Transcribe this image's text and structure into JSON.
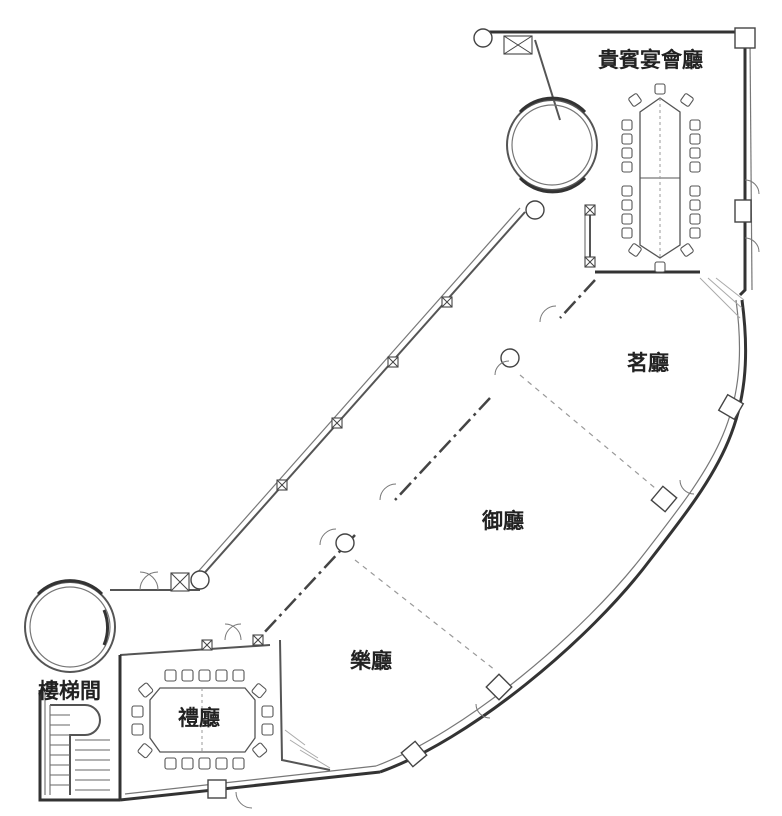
{
  "rooms": {
    "vip_banquet": "貴賓宴會廳",
    "tea_hall": "茗廳",
    "imperial_hall": "御廳",
    "music_hall": "樂廳",
    "ceremony_hall": "禮廳",
    "stairwell": "樓梯間"
  },
  "colors": {
    "wall": "#555555",
    "text": "#222222",
    "background": "#ffffff"
  }
}
